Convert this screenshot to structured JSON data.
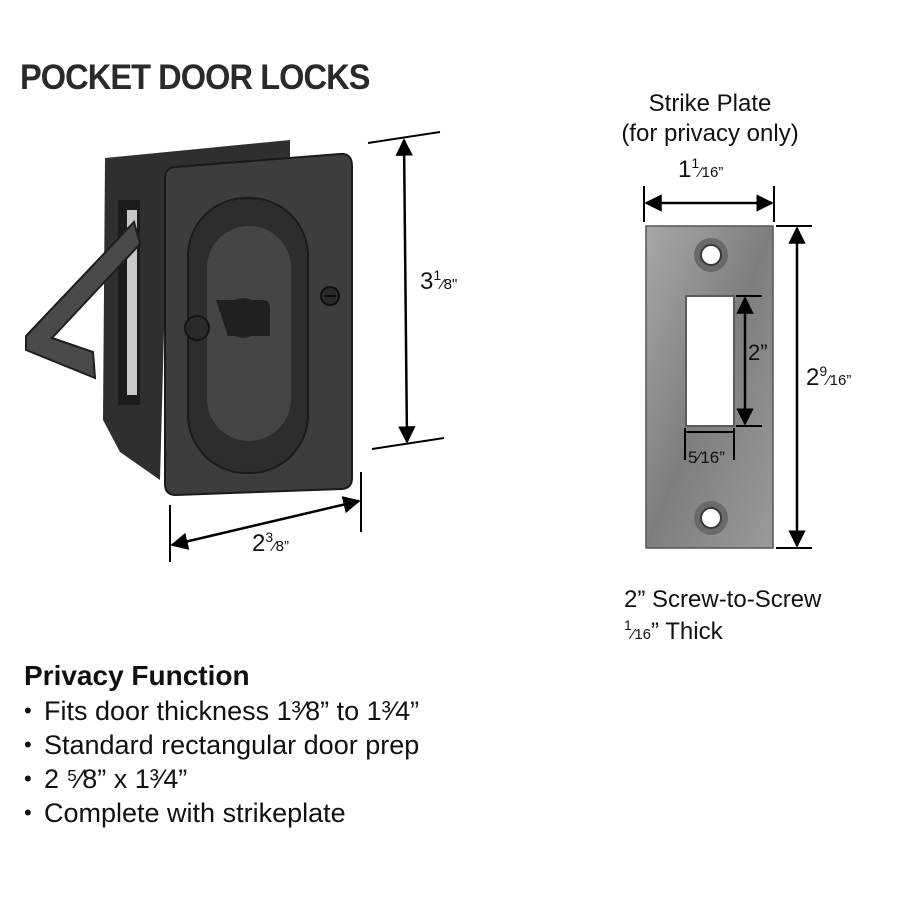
{
  "title": "POCKET DOOR LOCKS",
  "strike_plate": {
    "label_line1": "Strike Plate",
    "label_line2": "(for privacy only)",
    "width": {
      "whole": "1",
      "num": "1",
      "den": "16",
      "unit": "”"
    },
    "height": {
      "whole": "2",
      "num": "9",
      "den": "16",
      "unit": "”"
    },
    "slot_height": "2”",
    "slot_width": {
      "whole": "",
      "num": "5",
      "den": "16",
      "unit": "”"
    },
    "note_line1": "2” Screw-to-Screw",
    "note_line2": {
      "num": "1",
      "den": "16",
      "rest": "” Thick"
    }
  },
  "lock": {
    "height": {
      "whole": "3",
      "num": "1",
      "den": "8",
      "unit": "\""
    },
    "width": {
      "whole": "2",
      "num": "3",
      "den": "8",
      "unit": "”"
    }
  },
  "specs": {
    "heading": "Privacy Function",
    "items": [
      "Fits door thickness 1³⁄8” to 1³⁄4”",
      "Standard rectangular door prep",
      "2 ⁵⁄8” x 1³⁄4”",
      "Complete with strikeplate"
    ]
  },
  "colors": {
    "lock_finish": "#3a3a3a",
    "plate_finish": "#8c8c8c",
    "text": "#111111"
  }
}
